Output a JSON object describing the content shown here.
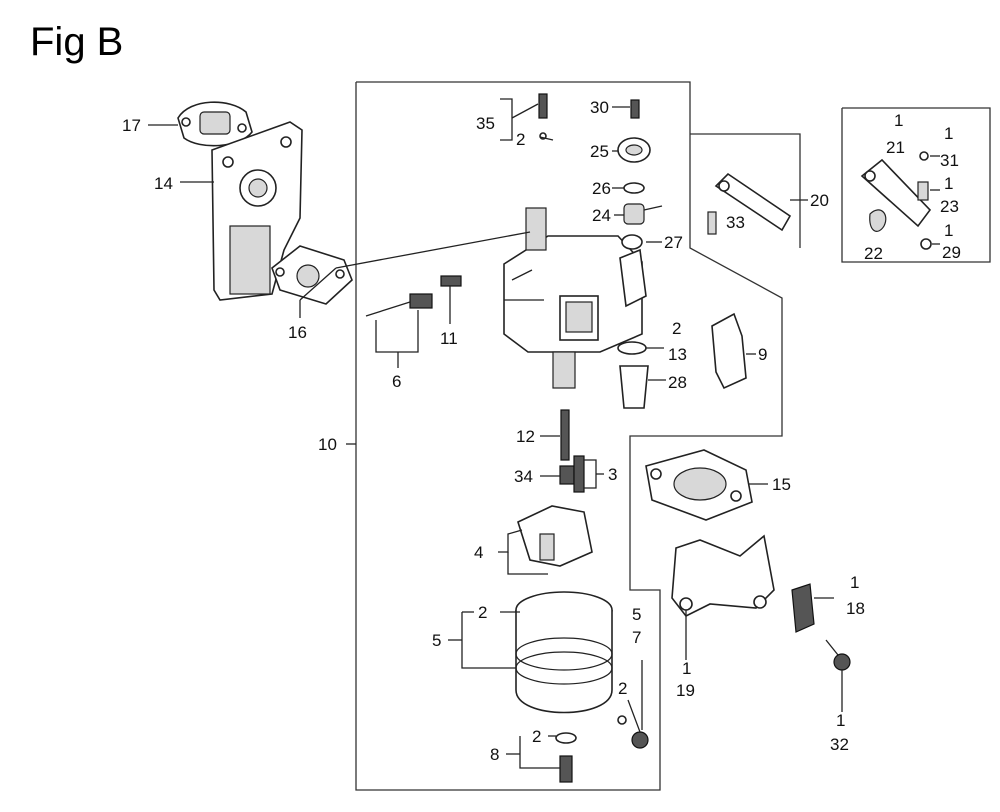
{
  "title": "Fig B",
  "labels": [
    {
      "id": "17",
      "text": "17"
    },
    {
      "id": "14",
      "text": "14"
    },
    {
      "id": "16",
      "text": "16"
    },
    {
      "id": "35",
      "text": "35"
    },
    {
      "id": "35b",
      "text": "2"
    },
    {
      "id": "30",
      "text": "30"
    },
    {
      "id": "25",
      "text": "25"
    },
    {
      "id": "26",
      "text": "26"
    },
    {
      "id": "24",
      "text": "24"
    },
    {
      "id": "27",
      "text": "27"
    },
    {
      "id": "20",
      "text": "20"
    },
    {
      "id": "33",
      "text": "33"
    },
    {
      "id": "21a",
      "text": "1"
    },
    {
      "id": "21",
      "text": "21"
    },
    {
      "id": "31a",
      "text": "1"
    },
    {
      "id": "31",
      "text": "31"
    },
    {
      "id": "23a",
      "text": "1"
    },
    {
      "id": "23",
      "text": "23"
    },
    {
      "id": "22",
      "text": "22"
    },
    {
      "id": "29a",
      "text": "1"
    },
    {
      "id": "29",
      "text": "29"
    },
    {
      "id": "11",
      "text": "11"
    },
    {
      "id": "6",
      "text": "6"
    },
    {
      "id": "13a",
      "text": "2"
    },
    {
      "id": "13",
      "text": "13"
    },
    {
      "id": "28",
      "text": "28"
    },
    {
      "id": "9",
      "text": "9"
    },
    {
      "id": "10",
      "text": "10"
    },
    {
      "id": "12",
      "text": "12"
    },
    {
      "id": "34",
      "text": "34"
    },
    {
      "id": "3",
      "text": "3"
    },
    {
      "id": "15",
      "text": "15"
    },
    {
      "id": "4",
      "text": "4"
    },
    {
      "id": "5",
      "text": "5"
    },
    {
      "id": "5b",
      "text": "2"
    },
    {
      "id": "18a",
      "text": "1"
    },
    {
      "id": "18",
      "text": "18"
    },
    {
      "id": "5r",
      "text": "5"
    },
    {
      "id": "7",
      "text": "7"
    },
    {
      "id": "7b",
      "text": "2"
    },
    {
      "id": "19a",
      "text": "1"
    },
    {
      "id": "19",
      "text": "19"
    },
    {
      "id": "32a",
      "text": "1"
    },
    {
      "id": "32",
      "text": "32"
    },
    {
      "id": "8",
      "text": "8"
    },
    {
      "id": "8b",
      "text": "2"
    }
  ]
}
